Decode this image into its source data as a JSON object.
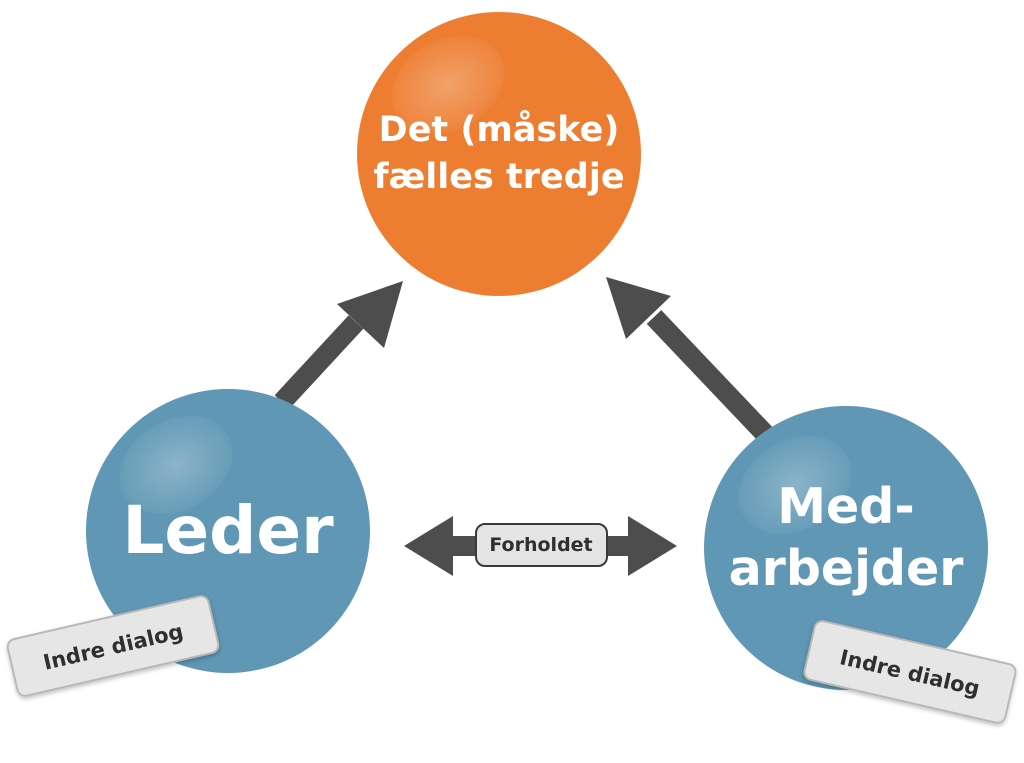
{
  "nodes": {
    "third": {
      "line1": "Det (måske)",
      "line2": "fælles tredje",
      "color": "#ED7D31"
    },
    "leader": {
      "label": "Leder",
      "tag": "Indre dialog",
      "color": "#5F97B4"
    },
    "employee": {
      "line1": "Med-",
      "line2": "arbejder",
      "tag": "Indre dialog",
      "color": "#5F97B4"
    }
  },
  "relation": {
    "label": "Forholdet"
  },
  "colors": {
    "arrow": "#4D4D4D",
    "tag_fill": "#E6E6E6",
    "tag_border": "#B8B8B8",
    "pill_fill": "#E4E4E4",
    "pill_border": "#3A3A3A"
  }
}
